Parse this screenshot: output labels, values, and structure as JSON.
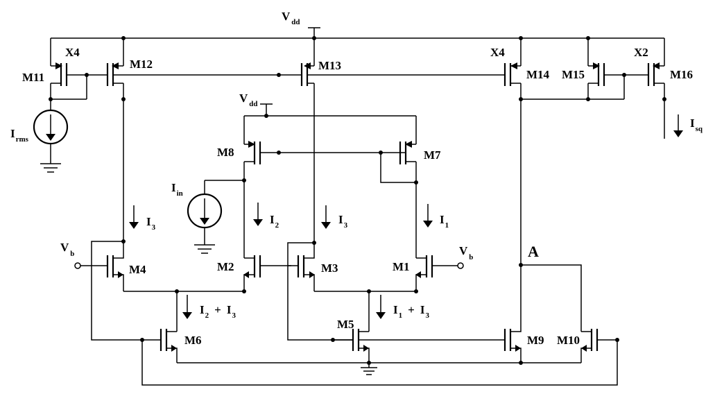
{
  "supply": {
    "top": "V",
    "top_sub": "dd",
    "inner": "V",
    "inner_sub": "dd"
  },
  "transistors": {
    "m1": "M1",
    "m2": "M2",
    "m3": "M3",
    "m4": "M4",
    "m5": "M5",
    "m6": "M6",
    "m7": "M7",
    "m8": "M8",
    "m9": "M9",
    "m10": "M10",
    "m11": "M11",
    "m12": "M12",
    "m13": "M13",
    "m14": "M14",
    "m15": "M15",
    "m16": "M16"
  },
  "multipliers": {
    "x4_left": "X4",
    "x4_right": "X4",
    "x2": "X2"
  },
  "sources": {
    "irms": "I",
    "irms_sub": "rms",
    "iin": "I",
    "iin_sub": "in",
    "isq": "I",
    "isq_sub": "sq"
  },
  "currents": {
    "i3_left": "I",
    "i3_left_sub": "3",
    "i2": "I",
    "i2_sub": "2",
    "i3_mid": "I",
    "i3_mid_sub": "3",
    "i1": "I",
    "i1_sub": "1",
    "i2i3_a": "I",
    "i2i3_a_sub": "2",
    "i2i3_plus": "+",
    "i2i3_b": "I",
    "i2i3_b_sub": "3",
    "i1i3_a": "I",
    "i1i3_a_sub": "1",
    "i1i3_plus": "+",
    "i1i3_b": "I",
    "i1i3_b_sub": "3"
  },
  "bias": {
    "vb_left": "V",
    "vb_left_sub": "b",
    "vb_right": "V",
    "vb_right_sub": "b"
  },
  "node": {
    "a": "A"
  }
}
